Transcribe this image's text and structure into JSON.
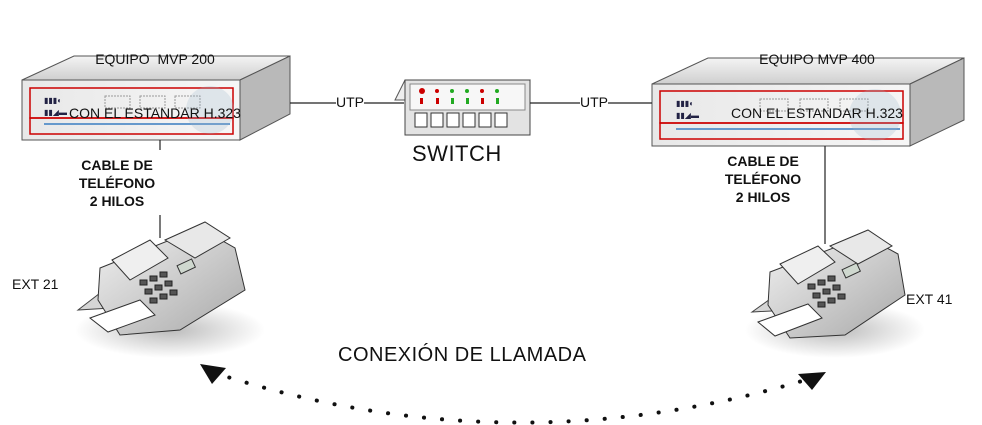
{
  "devices": {
    "left": {
      "title_line1": "EQUIPO  MVP 200",
      "title_line2": "CON EL ESTANDAR H.323"
    },
    "right": {
      "title_line1": "EQUIPO MVP 400",
      "title_line2": "CON EL ESTANDAR H.323"
    }
  },
  "links": {
    "left_label": "UTP",
    "right_label": "UTP"
  },
  "switch": {
    "label": "SWITCH"
  },
  "cables": {
    "left": {
      "line1": "CABLE DE",
      "line2": "TELÉFONO",
      "line3": "2 HILOS"
    },
    "right": {
      "line1": "CABLE DE",
      "line2": "TELÉFONO",
      "line3": "2 HILOS"
    }
  },
  "extensions": {
    "left": "EXT 21",
    "right": "EXT 41"
  },
  "call": {
    "label": "CONEXIÓN DE LLAMADA"
  },
  "colors": {
    "frame_red": "#cc0000",
    "led_red": "#cc0000",
    "led_green": "#22aa22",
    "device_gray": "#d8d8d8"
  }
}
